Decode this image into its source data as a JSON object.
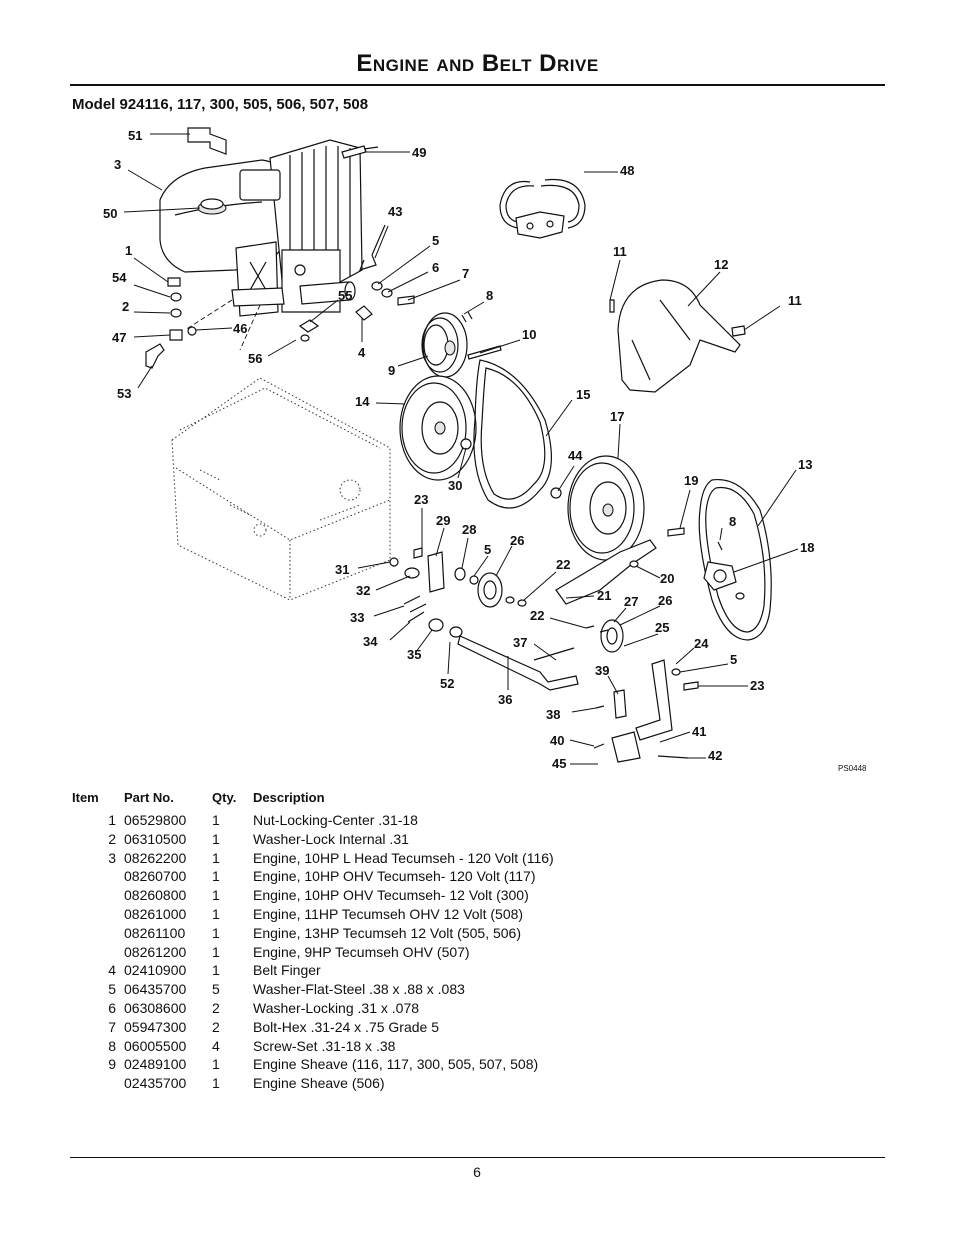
{
  "header": {
    "title": "Engine and Belt Drive",
    "model": "Model 924116, 117, 300, 505, 506, 507, 508"
  },
  "diagram": {
    "code": "PS0448",
    "callouts": [
      "51",
      "49",
      "3",
      "48",
      "50",
      "43",
      "5",
      "1",
      "11",
      "12",
      "6",
      "7",
      "54",
      "11",
      "8",
      "55",
      "2",
      "47",
      "46",
      "10",
      "4",
      "56",
      "9",
      "53",
      "15",
      "14",
      "17",
      "44",
      "13",
      "30",
      "19",
      "23",
      "29",
      "28",
      "8",
      "26",
      "18",
      "5",
      "22",
      "31",
      "20",
      "32",
      "21",
      "27",
      "26",
      "22",
      "33",
      "25",
      "34",
      "24",
      "37",
      "35",
      "5",
      "52",
      "39",
      "23",
      "36",
      "38",
      "41",
      "40",
      "42",
      "45"
    ]
  },
  "table": {
    "headers": {
      "item": "Item",
      "part": "Part No.",
      "qty": "Qty.",
      "desc": "Description"
    },
    "rows": [
      {
        "item": "1",
        "part": "06529800",
        "qty": "1",
        "desc": "Nut-Locking-Center .31-18"
      },
      {
        "item": "2",
        "part": "06310500",
        "qty": "1",
        "desc": "Washer-Lock Internal .31"
      },
      {
        "item": "3",
        "part": "08262200",
        "qty": "1",
        "desc": "Engine, 10HP L Head Tecumseh - 120 Volt (116)"
      },
      {
        "item": "",
        "part": "08260700",
        "qty": "1",
        "desc": "Engine, 10HP OHV Tecumseh- 120 Volt (117)"
      },
      {
        "item": "",
        "part": "08260800",
        "qty": "1",
        "desc": "Engine, 10HP OHV Tecumseh- 12 Volt (300)"
      },
      {
        "item": "",
        "part": "08261000",
        "qty": "1",
        "desc": "Engine, 11HP Tecumseh OHV 12 Volt (508)"
      },
      {
        "item": "",
        "part": "08261100",
        "qty": "1",
        "desc": "Engine, 13HP Tecumseh 12 Volt (505, 506)"
      },
      {
        "item": "",
        "part": "08261200",
        "qty": "1",
        "desc": "Engine, 9HP Tecumseh OHV (507)"
      },
      {
        "item": "4",
        "part": "02410900",
        "qty": "1",
        "desc": "Belt Finger"
      },
      {
        "item": "5",
        "part": "06435700",
        "qty": "5",
        "desc": "Washer-Flat-Steel .38 x .88 x .083"
      },
      {
        "item": "6",
        "part": "06308600",
        "qty": "2",
        "desc": "Washer-Locking .31 x .078"
      },
      {
        "item": "7",
        "part": "05947300",
        "qty": "2",
        "desc": "Bolt-Hex .31-24 x .75 Grade 5"
      },
      {
        "item": "8",
        "part": "06005500",
        "qty": "4",
        "desc": "Screw-Set .31-18 x .38"
      },
      {
        "item": "9",
        "part": "02489100",
        "qty": "1",
        "desc": "Engine Sheave (116, 117, 300, 505, 507, 508)"
      },
      {
        "item": "",
        "part": "02435700",
        "qty": "1",
        "desc": "Engine Sheave (506)"
      }
    ]
  },
  "footer": {
    "page": "6"
  }
}
